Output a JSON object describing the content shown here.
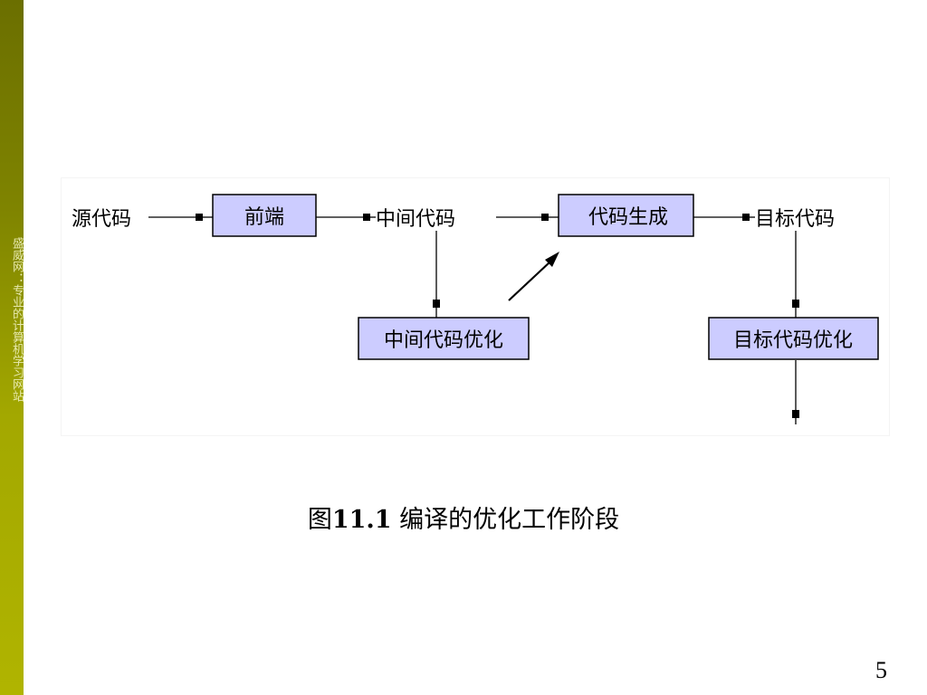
{
  "side_watermark": "盛威网：专业的计算机学习网站",
  "diagram": {
    "source": "源代码",
    "frontend": "前端",
    "intermediate": "中间代码",
    "codegen": "代码生成",
    "target": "目标代码",
    "intermediate_opt": "中间代码优化",
    "target_opt": "目标代码优化"
  },
  "caption": {
    "prefix": "图",
    "number": "11.1",
    "text": "编译的优化工作阶段"
  },
  "page_number": "5"
}
